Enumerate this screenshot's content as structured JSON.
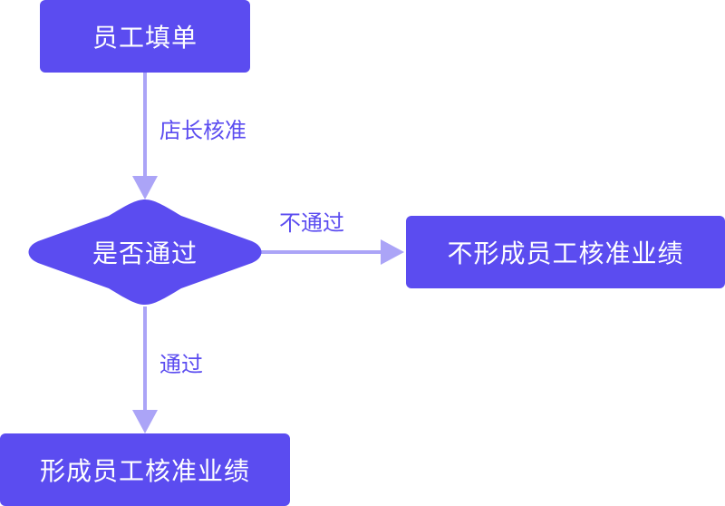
{
  "nodes": {
    "start": "员工填单",
    "decision": "是否通过",
    "reject": "不形成员工核准业绩",
    "pass": "形成员工核准业绩"
  },
  "edges": {
    "approve": "店长核准",
    "reject": "不通过",
    "pass": "通过"
  },
  "colors": {
    "node_fill": "#5b4cf0",
    "connector": "#aba4f7",
    "label_text": "#5b4cf0",
    "node_text": "#ffffff"
  }
}
